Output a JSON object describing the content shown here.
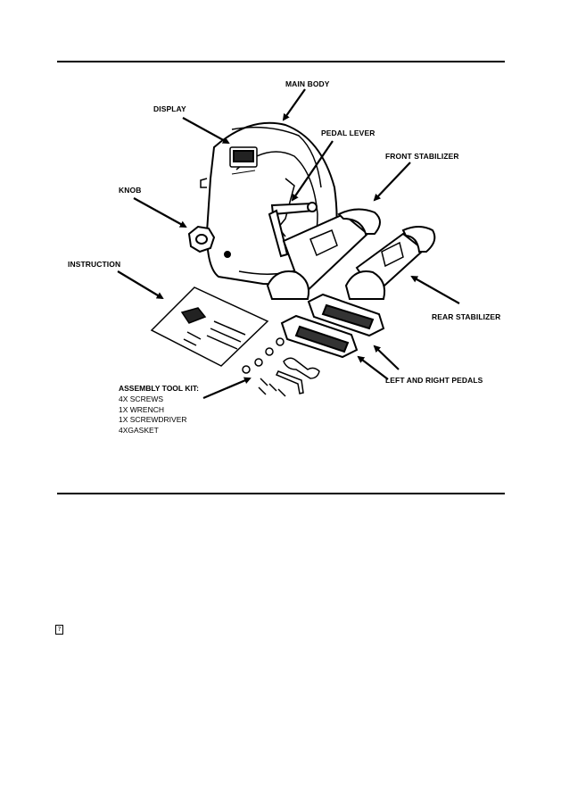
{
  "labels": {
    "main_body": "MAIN BODY",
    "display": "DISPLAY",
    "pedal_lever": "PEDAL LEVER",
    "front_stabilizer": "FRONT STABILIZER",
    "knob": "KNOB",
    "instruction": "INSTRUCTION",
    "rear_stabilizer": "REAR STABILIZER",
    "left_right_pedals": "LEFT AND RIGHT PEDALS"
  },
  "tool_kit": {
    "title": "ASSEMBLY TOOL KIT:",
    "items": [
      "4X SCREWS",
      "1X WRENCH",
      "1X SCREWDRIVER",
      "4XGASKET"
    ]
  },
  "glyph": "?"
}
